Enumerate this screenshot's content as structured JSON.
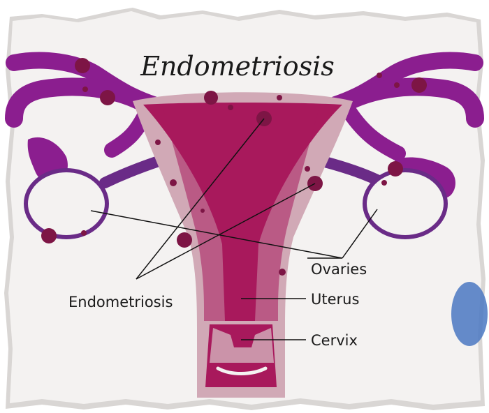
{
  "title": "Endometriosis",
  "labels": {
    "endometriosis": "Endometriosis",
    "ovaries": "Ovaries",
    "uterus": "Uterus",
    "cervix": "Cervix"
  },
  "colors": {
    "paper": "#f4f2f1",
    "tube": "#8b1e8f",
    "uterus_outer": "#d1a9b6",
    "uterus_inner": "#a8195c",
    "ovary_outline": "#6a2b87",
    "lesion": "#7d1545",
    "stain": "#4a78c2"
  }
}
